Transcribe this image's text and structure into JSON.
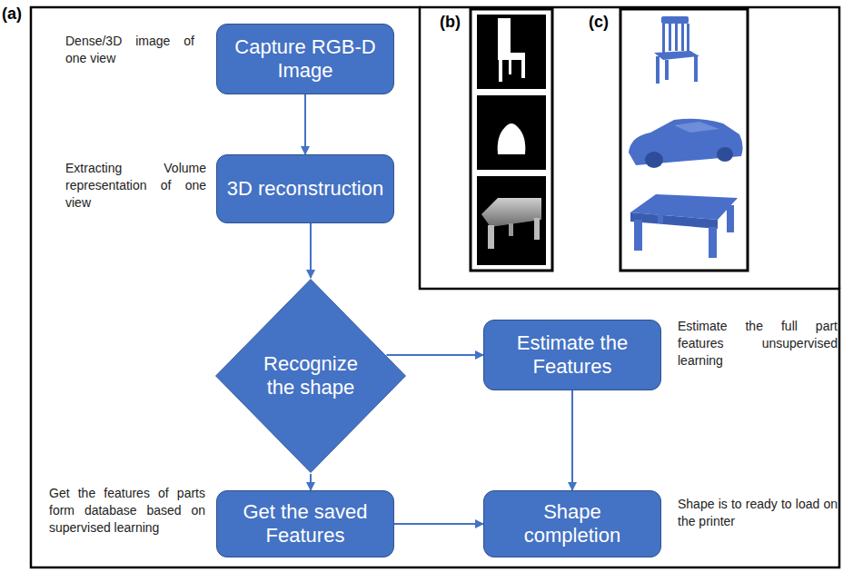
{
  "diagram": {
    "nodes": [
      {
        "text": [
          "Capture RGB-D Image"
        ]
      },
      {
        "text": [
          "3D reconstruction"
        ]
      },
      {
        "text": [
          "Recognize the shape"
        ]
      },
      {
        "text": [
          "Estimate the Features"
        ]
      },
      {
        "text": [
          "Get the saved Features"
        ]
      },
      {
        "text": [
          "Shape completion"
        ]
      }
    ],
    "edges": [
      {
        "from": 0,
        "to": 1,
        "arrow": "to"
      },
      {
        "from": 1,
        "to": 2,
        "arrow": "to"
      },
      {
        "from": 2,
        "to": 3,
        "arrow": "to"
      },
      {
        "from": 2,
        "to": 4,
        "arrow": "to"
      },
      {
        "from": 3,
        "to": 5,
        "arrow": "to"
      },
      {
        "from": 4,
        "to": 5,
        "arrow": "to"
      }
    ],
    "labels": [
      "(a)",
      "(b)",
      "(c)",
      "Dense/3D image of one view",
      "Extracting Volume representation of one view",
      "Estimate the full part features unsupervised learning",
      "Get the features of parts form database based on supervised learning",
      "Shape is to ready to load on the printer"
    ]
  }
}
